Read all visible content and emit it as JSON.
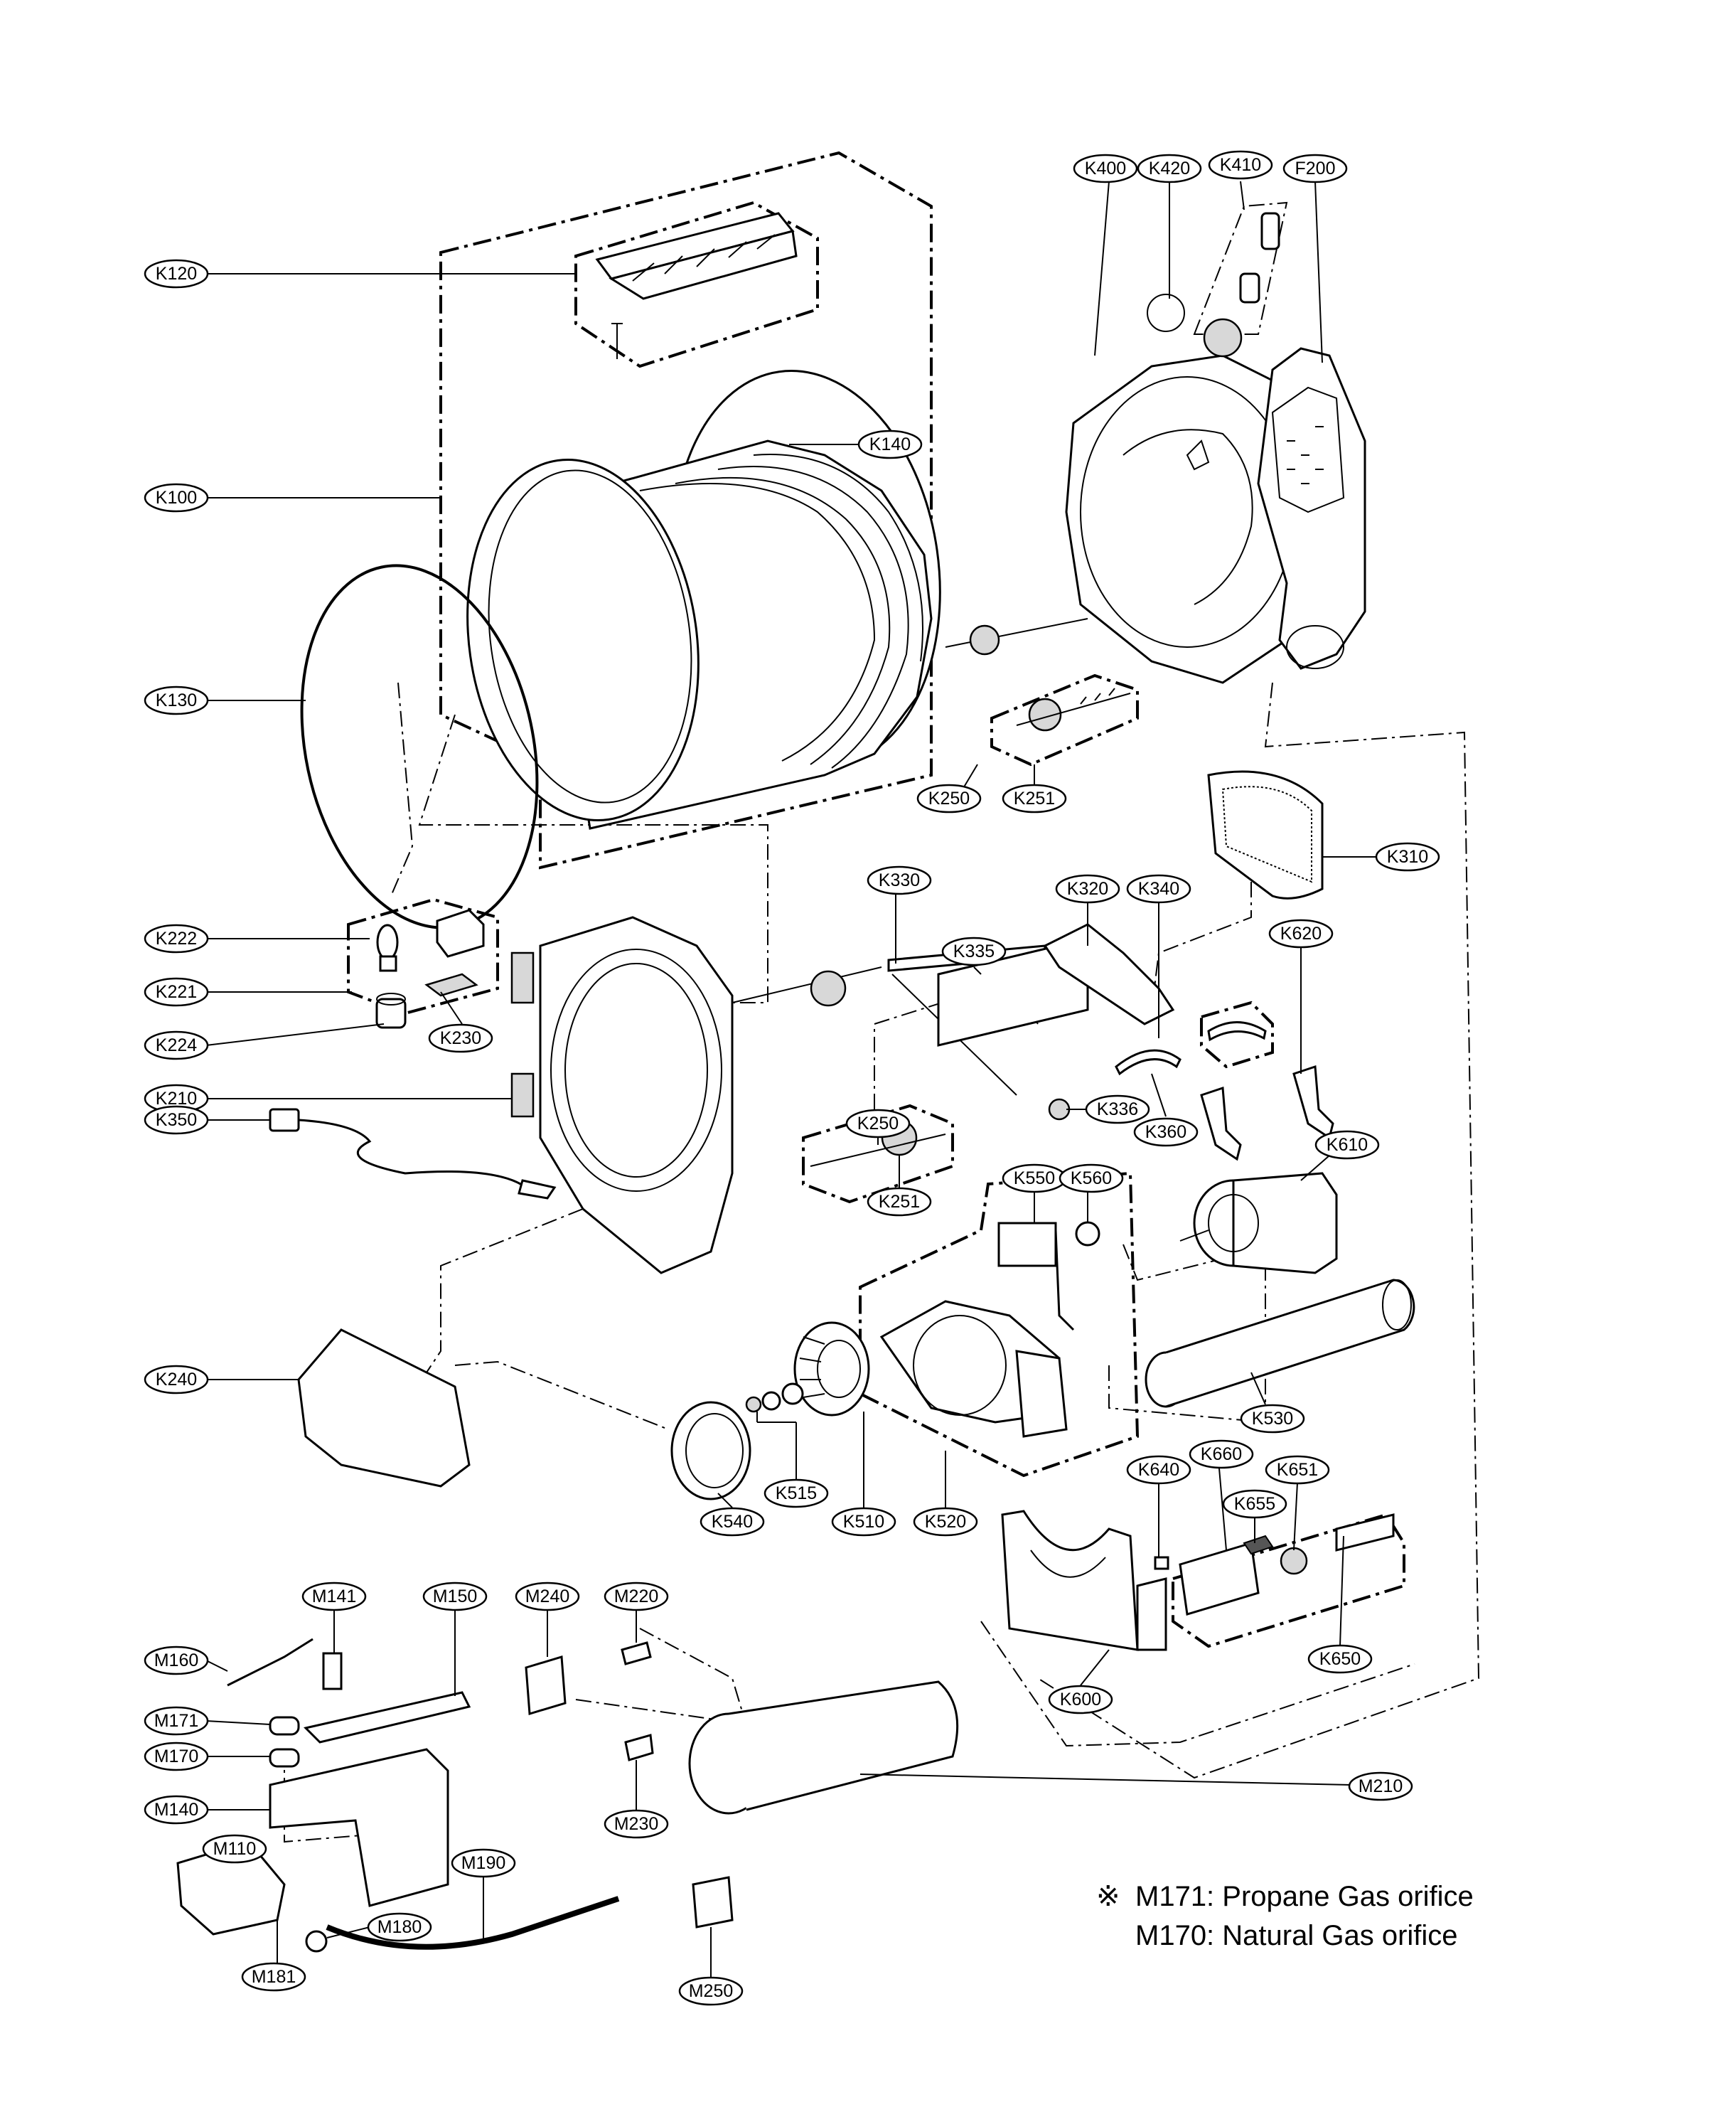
{
  "labels": {
    "K100": "K100",
    "K120": "K120",
    "K130": "K130",
    "K140": "K140",
    "K210": "K210",
    "K221": "K221",
    "K222": "K222",
    "K224": "K224",
    "K230": "K230",
    "K240": "K240",
    "K250a": "K250",
    "K250b": "K250",
    "K251a": "K251",
    "K251b": "K251",
    "K310": "K310",
    "K320": "K320",
    "K330": "K330",
    "K335": "K335",
    "K336": "K336",
    "K340": "K340",
    "K350": "K350",
    "K360": "K360",
    "K400": "K400",
    "K410": "K410",
    "K420": "K420",
    "F200": "F200",
    "K510": "K510",
    "K515": "K515",
    "K520": "K520",
    "K530": "K530",
    "K540": "K540",
    "K550": "K550",
    "K560": "K560",
    "K600": "K600",
    "K610": "K610",
    "K620": "K620",
    "K640": "K640",
    "K650": "K650",
    "K651": "K651",
    "K655": "K655",
    "K660": "K660",
    "M110": "M110",
    "M140": "M140",
    "M141": "M141",
    "M150": "M150",
    "M160": "M160",
    "M170": "M170",
    "M171": "M171",
    "M180": "M180",
    "M181": "M181",
    "M190": "M190",
    "M210": "M210",
    "M220": "M220",
    "M230": "M230",
    "M240": "M240",
    "M250": "M250"
  },
  "note": {
    "symbol": "※",
    "line1": "M171: Propane Gas orifice",
    "line2": "M170: Natural Gas orifice"
  }
}
